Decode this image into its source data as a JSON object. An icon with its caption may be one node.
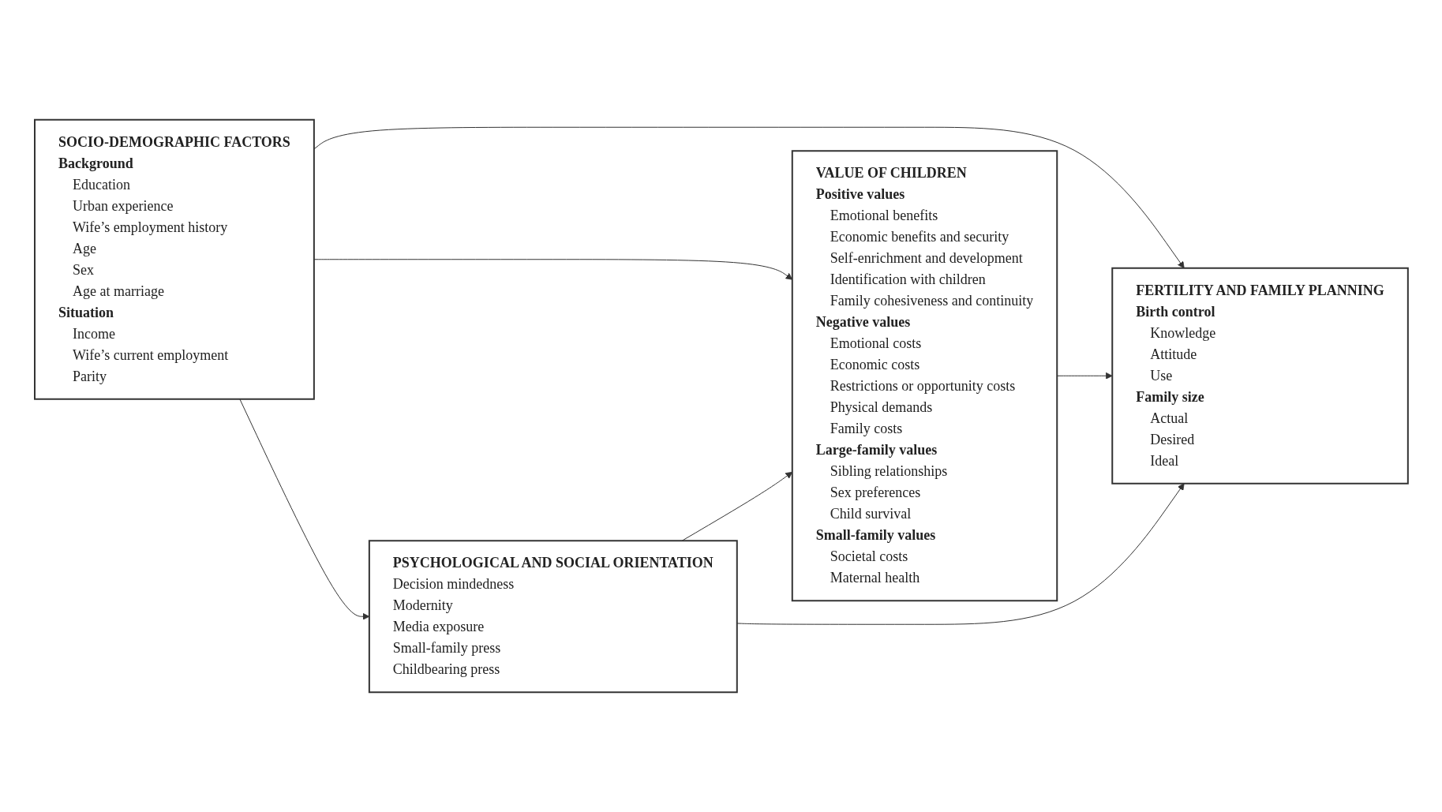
{
  "diagram": {
    "nodes": [
      {
        "text": [
          "SOCIO-DEMOGRAPHIC FACTORS",
          "Background",
          "Education",
          "Urban experience",
          "Wife’s employment history",
          "Age",
          "Sex",
          "Age at marriage",
          "Situation",
          "Income",
          "Wife’s current employment",
          "Parity"
        ]
      },
      {
        "text": [
          "PSYCHOLOGICAL AND SOCIAL ORIENTATION",
          "Decision mindedness",
          "Modernity",
          "Media exposure",
          "Small-family press",
          "Childbearing press"
        ]
      },
      {
        "text": [
          "VALUE OF CHILDREN",
          "Positive values",
          "Emotional benefits",
          "Economic benefits and security",
          "Self-enrichment and development",
          "Identification with children",
          "Family cohesiveness and continuity",
          "Negative values",
          "Emotional costs",
          "Economic costs",
          "Restrictions or opportunity costs",
          "Physical demands",
          "Family costs",
          "Large-family values",
          "Sibling relationships",
          "Sex preferences",
          "Child survival",
          "Small-family values",
          "Societal costs",
          "Maternal health"
        ]
      },
      {
        "text": [
          "FERTILITY AND FAMILY PLANNING",
          "Birth control",
          "Knowledge",
          "Attitude",
          "Use",
          "Family size",
          "Actual",
          "Desired",
          "Ideal"
        ]
      }
    ],
    "edges": [
      {
        "from": 0,
        "to": 3,
        "arrow": "to"
      },
      {
        "from": 0,
        "to": 2,
        "arrow": "to"
      },
      {
        "from": 0,
        "to": 1,
        "arrow": "to"
      },
      {
        "from": 1,
        "to": 2,
        "arrow": "to"
      },
      {
        "from": 2,
        "to": 3,
        "arrow": "to"
      },
      {
        "from": 1,
        "to": 3,
        "arrow": "to"
      }
    ]
  }
}
